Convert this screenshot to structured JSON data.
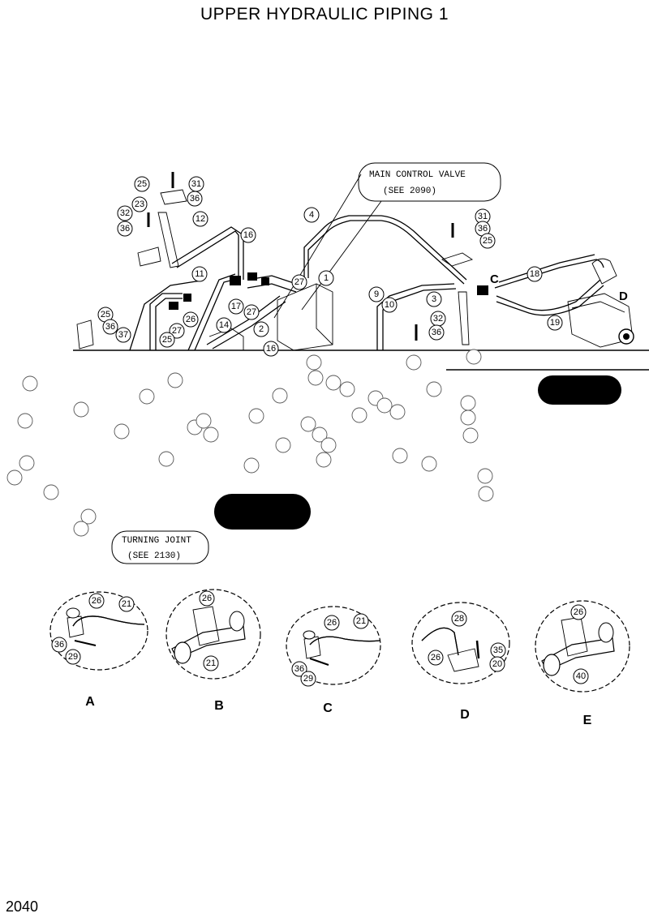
{
  "title": "UPPER HYDRAULIC PIPING 1",
  "page_number": "2040",
  "notes": {
    "main_control_valve_line1": "MAIN CONTROL VALVE",
    "main_control_valve_line2": "(SEE 2090)",
    "turning_joint_line1": "TURNING JOINT",
    "turning_joint_line2": "(SEE 2130)"
  },
  "view_pointers": {
    "c": "C",
    "d": "D"
  },
  "callouts": [
    {
      "id": "c-31a",
      "label": "31"
    },
    {
      "id": "c-25a",
      "label": "25"
    },
    {
      "id": "c-36a",
      "label": "36"
    },
    {
      "id": "c-23",
      "label": "23"
    },
    {
      "id": "c-32a",
      "label": "32"
    },
    {
      "id": "c-36b",
      "label": "36"
    },
    {
      "id": "c-12",
      "label": "12"
    },
    {
      "id": "c-16a",
      "label": "16"
    },
    {
      "id": "c-11",
      "label": "11"
    },
    {
      "id": "c-4",
      "label": "4"
    },
    {
      "id": "c-27a",
      "label": "27"
    },
    {
      "id": "c-1",
      "label": "1"
    },
    {
      "id": "c-17",
      "label": "17"
    },
    {
      "id": "c-27b",
      "label": "27"
    },
    {
      "id": "c-9",
      "label": "9"
    },
    {
      "id": "c-10",
      "label": "10"
    },
    {
      "id": "c-3",
      "label": "3"
    },
    {
      "id": "c-2",
      "label": "2"
    },
    {
      "id": "c-14",
      "label": "14"
    },
    {
      "id": "c-16b",
      "label": "16"
    },
    {
      "id": "c-26a",
      "label": "26"
    },
    {
      "id": "c-27c",
      "label": "27"
    },
    {
      "id": "c-25b",
      "label": "25"
    },
    {
      "id": "c-36c",
      "label": "36"
    },
    {
      "id": "c-37",
      "label": "37"
    },
    {
      "id": "c-25c",
      "label": "25"
    },
    {
      "id": "c-31b",
      "label": "31"
    },
    {
      "id": "c-36d",
      "label": "36"
    },
    {
      "id": "c-25d",
      "label": "25"
    },
    {
      "id": "c-32b",
      "label": "32"
    },
    {
      "id": "c-36e",
      "label": "36"
    },
    {
      "id": "c-18",
      "label": "18"
    },
    {
      "id": "c-19",
      "label": "19"
    }
  ],
  "details": [
    {
      "letter": "A",
      "callouts": [
        "26",
        "21",
        "36",
        "29"
      ]
    },
    {
      "letter": "B",
      "callouts": [
        "26",
        "21"
      ]
    },
    {
      "letter": "C",
      "callouts": [
        "26",
        "21",
        "36",
        "29"
      ]
    },
    {
      "letter": "D",
      "callouts": [
        "28",
        "26",
        "35",
        "20"
      ]
    },
    {
      "letter": "E",
      "callouts": [
        "26",
        "40"
      ]
    }
  ]
}
